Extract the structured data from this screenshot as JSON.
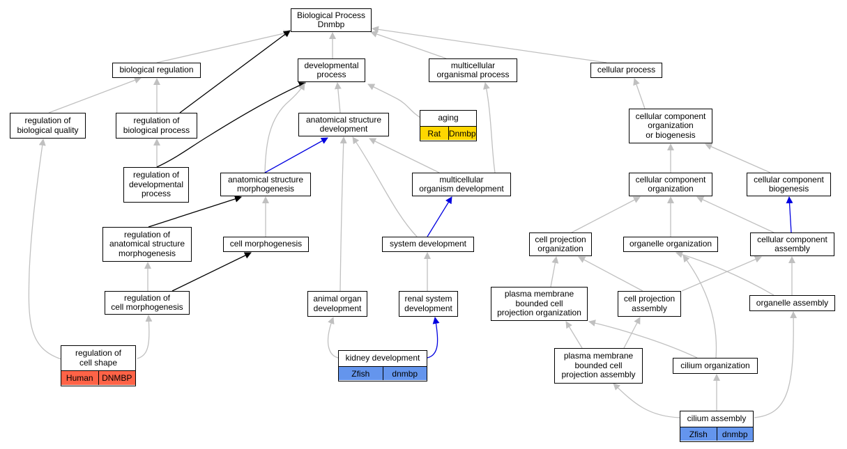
{
  "nodes": {
    "bp": [
      "Biological Process",
      "Dnmbp"
    ],
    "bio_reg": [
      "biological regulation"
    ],
    "dev_proc": [
      "developmental",
      "process"
    ],
    "multi_proc": [
      "multicellular",
      "organismal process"
    ],
    "cell_proc": [
      "cellular process"
    ],
    "reg_bio_qual": [
      "regulation of",
      "biological quality"
    ],
    "reg_bio_proc": [
      "regulation of",
      "biological process"
    ],
    "aging": [
      "aging"
    ],
    "anat_dev": [
      "anatomical structure",
      "development"
    ],
    "ccob": [
      "cellular component",
      "organization",
      "or biogenesis"
    ],
    "reg_dev_proc": [
      "regulation of",
      "developmental",
      "process"
    ],
    "anat_morph": [
      "anatomical structure",
      "morphogenesis"
    ],
    "multi_dev": [
      "multicellular",
      "organism development"
    ],
    "cc_org": [
      "cellular component",
      "organization"
    ],
    "cc_bio": [
      "cellular component",
      "biogenesis"
    ],
    "reg_anat_morph": [
      "regulation of",
      "anatomical structure",
      "morphogenesis"
    ],
    "cell_morph": [
      "cell morphogenesis"
    ],
    "sys_dev": [
      "system development"
    ],
    "cp_org": [
      "cell projection",
      "organization"
    ],
    "organelle_org": [
      "organelle organization"
    ],
    "cc_assembly": [
      "cellular component",
      "assembly"
    ],
    "reg_cell_morph": [
      "regulation of",
      "cell morphogenesis"
    ],
    "animal_organ": [
      "animal organ",
      "development"
    ],
    "renal": [
      "renal system",
      "development"
    ],
    "pm_org": [
      "plasma membrane",
      "bounded cell",
      "projection organization"
    ],
    "cp_assembly": [
      "cell projection",
      "assembly"
    ],
    "organelle_assembly": [
      "organelle assembly"
    ],
    "reg_cell_shape": [
      "regulation of",
      "cell shape"
    ],
    "kidney": [
      "kidney development"
    ],
    "pm_assembly": [
      "plasma membrane",
      "bounded cell",
      "projection assembly"
    ],
    "cilium_org": [
      "cilium organization"
    ],
    "cilium_assembly": [
      "cilium assembly"
    ]
  },
  "annotations": {
    "aging": [
      "Rat",
      "Dnmbp"
    ],
    "reg_cell_shape": [
      "Human",
      "DNMBP"
    ],
    "kidney": [
      "Zfish",
      "dnmbp"
    ],
    "cilium_assembly": [
      "Zfish",
      "dnmbp"
    ]
  },
  "colors": {
    "edge_default": "#c0c0c0",
    "edge_black": "#000000",
    "edge_blue": "#0000e0",
    "rat": "#ffd700",
    "human": "#ff6347",
    "zfish": "#6495ed"
  }
}
